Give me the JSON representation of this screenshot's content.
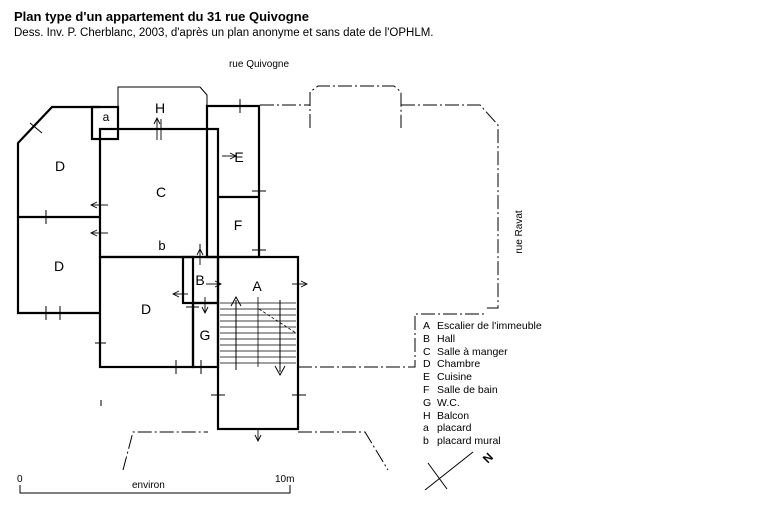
{
  "header": {
    "title": "Plan type d'un appartement du 31 rue Quivogne",
    "subtitle": "Dess. Inv. P. Cherblanc, 2003, d'après un plan anonyme et sans date de l'OPHLM."
  },
  "streets": {
    "quivogne": "rue Quivogne",
    "ravat": "rue Ravat"
  },
  "rooms": {
    "h": "H",
    "a_small": "a",
    "c": "C",
    "e": "E",
    "f": "F",
    "d1": "D",
    "d2": "D",
    "d3": "D",
    "b_closet": "b",
    "b": "B",
    "a": "A",
    "g": "G"
  },
  "legend": [
    {
      "key": "A",
      "label": "Escalier de l'immeuble"
    },
    {
      "key": "B",
      "label": "Hall"
    },
    {
      "key": "C",
      "label": "Salle à manger"
    },
    {
      "key": "D",
      "label": "Chambre"
    },
    {
      "key": "E",
      "label": "Cuisine"
    },
    {
      "key": "F",
      "label": "Salle de bain"
    },
    {
      "key": "G",
      "label": "W.C."
    },
    {
      "key": "H",
      "label": "Balcon"
    },
    {
      "key": "a",
      "label": "placard"
    },
    {
      "key": "b",
      "label": "placard mural"
    }
  ],
  "scale": {
    "start": "0",
    "end": "10m",
    "caption": "environ"
  },
  "north": {
    "label": "N"
  }
}
